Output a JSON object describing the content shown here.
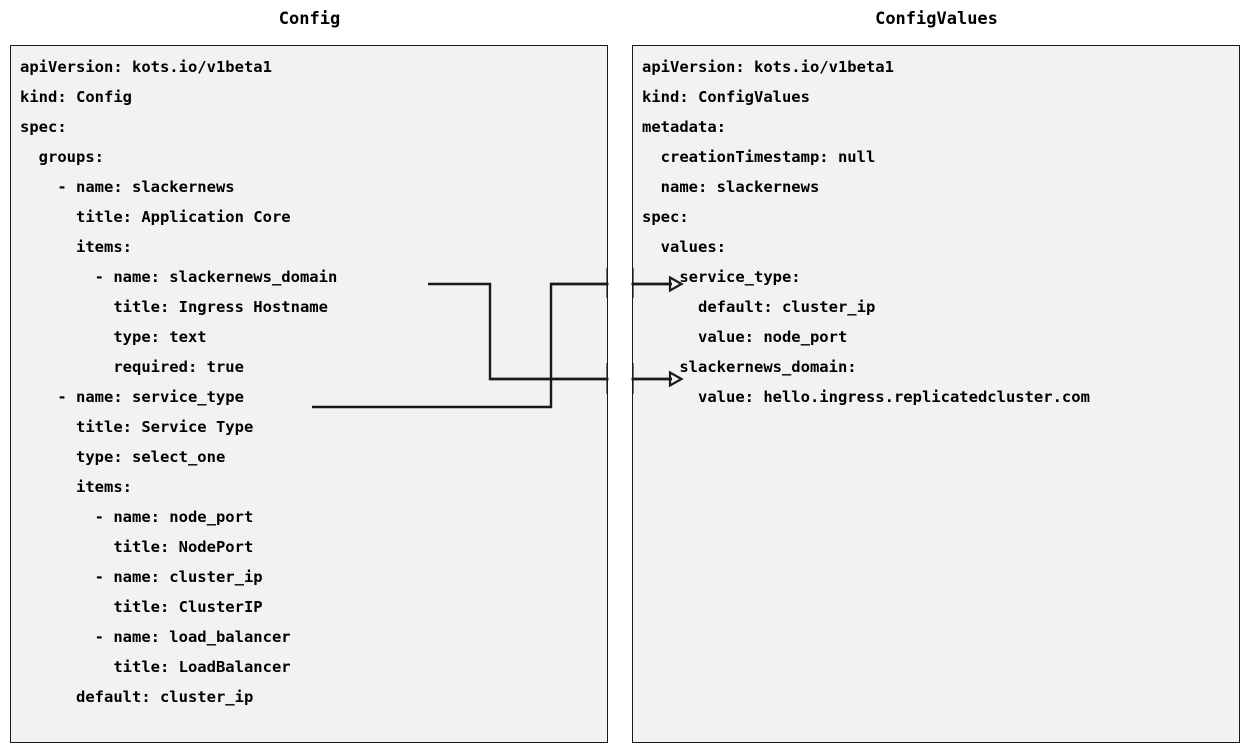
{
  "diagram": {
    "type": "yaml-mapping-diagram",
    "background": "#ffffff",
    "panel_background": "#f2f2f2",
    "panel_border_color": "#1a1a1a",
    "connector_color": "#1a1a1a"
  },
  "left_panel": {
    "title": "Config",
    "code": "apiVersion: kots.io/v1beta1\nkind: Config\nspec:\n  groups:\n    - name: slackernews\n      title: Application Core\n      items:\n        - name: slackernews_domain\n          title: Ingress Hostname\n          type: text\n          required: true\n    - name: service_type\n      title: Service Type\n      type: select_one\n      items:\n        - name: node_port\n          title: NodePort\n        - name: cluster_ip\n          title: ClusterIP\n        - name: load_balancer\n          title: LoadBalancer\n      default: cluster_ip"
  },
  "right_panel": {
    "title": "ConfigValues",
    "code": "apiVersion: kots.io/v1beta1\nkind: ConfigValues\nmetadata:\n  creationTimestamp: null\n  name: slackernews\nspec:\n  values:\n    service_type:\n      default: cluster_ip\n      value: node_port\n    slackernews_domain:\n      value: hello.ingress.replicatedcluster.com"
  },
  "connectors": [
    {
      "id": "slackernews-domain-link",
      "from_label": "slackernews_domain",
      "from_panel": "Config",
      "to_label": "slackernews_domain",
      "to_panel": "ConfigValues",
      "arrowhead": "open-triangle"
    },
    {
      "id": "service-type-link",
      "from_label": "service_type",
      "from_panel": "Config",
      "to_label": "service_type",
      "to_panel": "ConfigValues",
      "arrowhead": "open-triangle"
    }
  ]
}
